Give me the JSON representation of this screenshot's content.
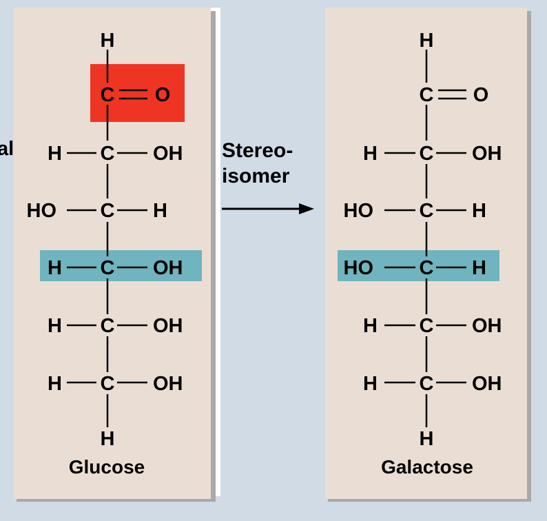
{
  "cut_label": "al",
  "arrow": {
    "line1": "Stereo-",
    "line2": "isomer"
  },
  "glucose": {
    "name": "Glucose",
    "atoms": {
      "top_h": "H",
      "c1": "C",
      "o1": "O",
      "c2_left": "H",
      "c2": "C",
      "c2_right": "OH",
      "c3_left": "HO",
      "c3": "C",
      "c3_right": "H",
      "c4_left": "H",
      "c4": "C",
      "c4_right": "OH",
      "c5_left": "H",
      "c5": "C",
      "c5_right": "OH",
      "c6_left": "H",
      "c6": "C",
      "c6_right": "OH",
      "bottom_h": "H"
    }
  },
  "galactose": {
    "name": "Galactose",
    "atoms": {
      "top_h": "H",
      "c1": "C",
      "o1": "O",
      "c2_left": "H",
      "c2": "C",
      "c2_right": "OH",
      "c3_left": "HO",
      "c3": "C",
      "c3_right": "H",
      "c4_left": "HO",
      "c4": "C",
      "c4_right": "H",
      "c5_left": "H",
      "c5": "C",
      "c5_right": "OH",
      "c6_left": "H",
      "c6": "C",
      "c6_right": "OH",
      "bottom_h": "H"
    }
  },
  "colors": {
    "background": "#d0dbe6",
    "panel": "#eaded4",
    "carbonyl_highlight": "#ee3524",
    "stereocenter_highlight": "#6fb4be"
  }
}
